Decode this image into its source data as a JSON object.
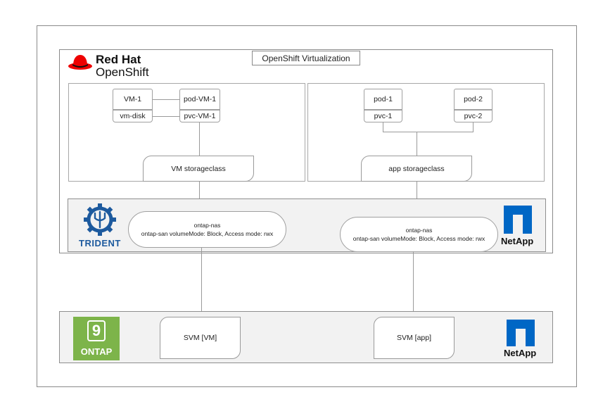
{
  "header": {
    "brand_line1": "Red Hat",
    "brand_line2": "OpenShift",
    "title": "OpenShift Virtualization"
  },
  "vm_panel": {
    "vm": "VM-1",
    "vm_disk": "vm-disk",
    "pod": "pod-VM-1",
    "pvc": "pvc-VM-1",
    "storageclass": "VM storageclass"
  },
  "app_panel": {
    "pod1": "pod-1",
    "pvc1": "pvc-1",
    "pod2": "pod-2",
    "pvc2": "pvc-2",
    "storageclass": "app storageclass"
  },
  "trident_band": {
    "logo_text": "TRIDENT",
    "backend_left": {
      "line1": "ontap-nas",
      "line2": "ontap-san volumeMode: Block, Access mode: rwx"
    },
    "backend_right": {
      "line1": "ontap-nas",
      "line2": "ontap-san volumeMode: Block, Access mode: rwx"
    },
    "netapp_text": "NetApp"
  },
  "ontap_band": {
    "ontap_version": "9",
    "ontap_text": "ONTAP",
    "svm_vm": "SVM [VM]",
    "svm_app": "SVM [app]",
    "netapp_text": "NetApp"
  },
  "colors": {
    "redhat_red": "#ee0000",
    "trident_blue": "#1d5a9e",
    "netapp_blue": "#0067c5",
    "ontap_green": "#7db44a"
  },
  "icons": {
    "redhat": "redhat-fedora-icon",
    "trident": "trident-gear-icon",
    "netapp": "netapp-logo-icon",
    "ontap": "ontap-logo-icon"
  }
}
